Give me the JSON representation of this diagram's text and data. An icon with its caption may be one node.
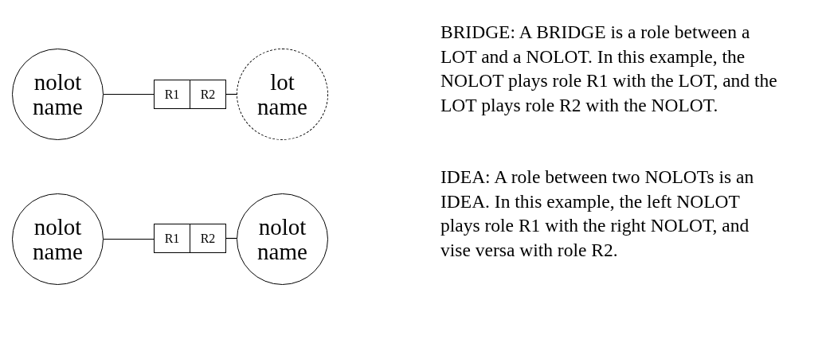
{
  "diagram": {
    "nodes": [
      {
        "text": [
          "nolot name"
        ]
      },
      {
        "text": [
          "R1"
        ]
      },
      {
        "text": [
          "R2"
        ]
      },
      {
        "text": [
          "lot name"
        ]
      },
      {
        "text": [
          "nolot name"
        ]
      },
      {
        "text": [
          "R1"
        ]
      },
      {
        "text": [
          "R2"
        ]
      },
      {
        "text": [
          "nolot name"
        ]
      }
    ],
    "edges": [
      {
        "from": 0,
        "to": 1,
        "arrow": "none"
      },
      {
        "from": 2,
        "to": 3,
        "arrow": "none"
      },
      {
        "from": 4,
        "to": 5,
        "arrow": "none"
      },
      {
        "from": 6,
        "to": 7,
        "arrow": "none"
      }
    ],
    "labels": [
      "BRIDGE: A BRIDGE is a role between a LOT and a NOLOT. In this example, the NOLOT plays role R1 with the LOT, and the LOT plays role R2 with the NOLOT.",
      "IDEA: A role between two NOLOTs is an IDEA. In this example, the left NOLOT plays role R1 with the right NOLOT, and vise versa with role R2."
    ]
  }
}
